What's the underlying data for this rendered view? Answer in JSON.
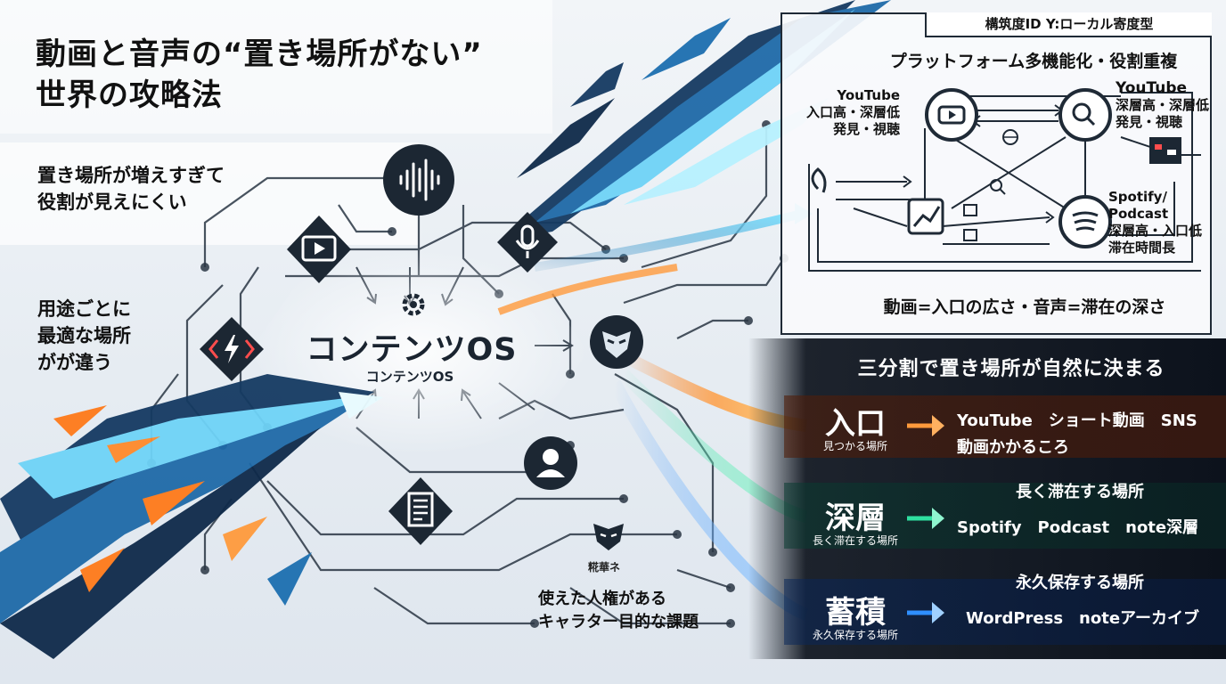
{
  "title_lines": [
    "動画と音声の“置き場所がない”",
    "世界の攻略法"
  ],
  "left_notes": [
    [
      "置き場所が増えすぎて",
      "役割が見えにくい"
    ],
    [
      "用途ごとに",
      "最適な場所",
      "がが違う"
    ]
  ],
  "center": {
    "title": "コンテンツOS",
    "subtitle": "コンテンツOS"
  },
  "character": {
    "caption": "糀華ネ",
    "note_lines": [
      "使えた人権がある",
      "キャラター目的な課題"
    ]
  },
  "right_panel": {
    "header": "構筑度ID Y:ローカル寄度型",
    "subtitle": "プラットフォーム多機能化・役割重複",
    "nodes": [
      {
        "name": "youtube-left",
        "lines": [
          "YouTube",
          "入口高・深層低",
          "発見・視聴"
        ]
      },
      {
        "name": "youtube-right",
        "lines": [
          "YouTube",
          "深層高・深層低",
          "発見・視聴"
        ]
      },
      {
        "name": "spotify",
        "lines": [
          "Spotify/",
          "Podcast",
          "深層高・入口低",
          "滞在時間長"
        ]
      }
    ],
    "bottom": "動画=入口の広さ・音声=滞在の深さ"
  },
  "tiers_section": {
    "title": "三分割で置き場所が自然に決まる",
    "tiers": [
      {
        "label": "入口",
        "sub": "見つかる場所",
        "heading": "",
        "dest_lines": [
          "YouTube　ショート動画　SNS",
          "動画かかるころ"
        ],
        "color": "#ff7a1a"
      },
      {
        "label": "深層",
        "sub": "長く滞在する場所",
        "heading": "長く滞在する場所",
        "dest_lines": [
          "Spotify　Podcast　note深層"
        ],
        "color": "#2fe0a0"
      },
      {
        "label": "蓄積",
        "sub": "永久保存する場所",
        "heading": "永久保存する場所",
        "dest_lines": [
          "WordPress　noteアーカイブ"
        ],
        "color": "#2f8fff"
      }
    ]
  },
  "icons": [
    "video-play-icon",
    "audio-wave-icon",
    "microphone-icon",
    "gear-icon",
    "lightning-icon",
    "mask-icon",
    "user-icon",
    "document-icon",
    "search-icon",
    "spotify-icon",
    "chart-icon",
    "globe-icon"
  ],
  "colors": {
    "accent_blue": "#2aa8e6",
    "accent_orange": "#ff7a1a",
    "dark": "#0c121c",
    "green": "#2fe0a0"
  }
}
